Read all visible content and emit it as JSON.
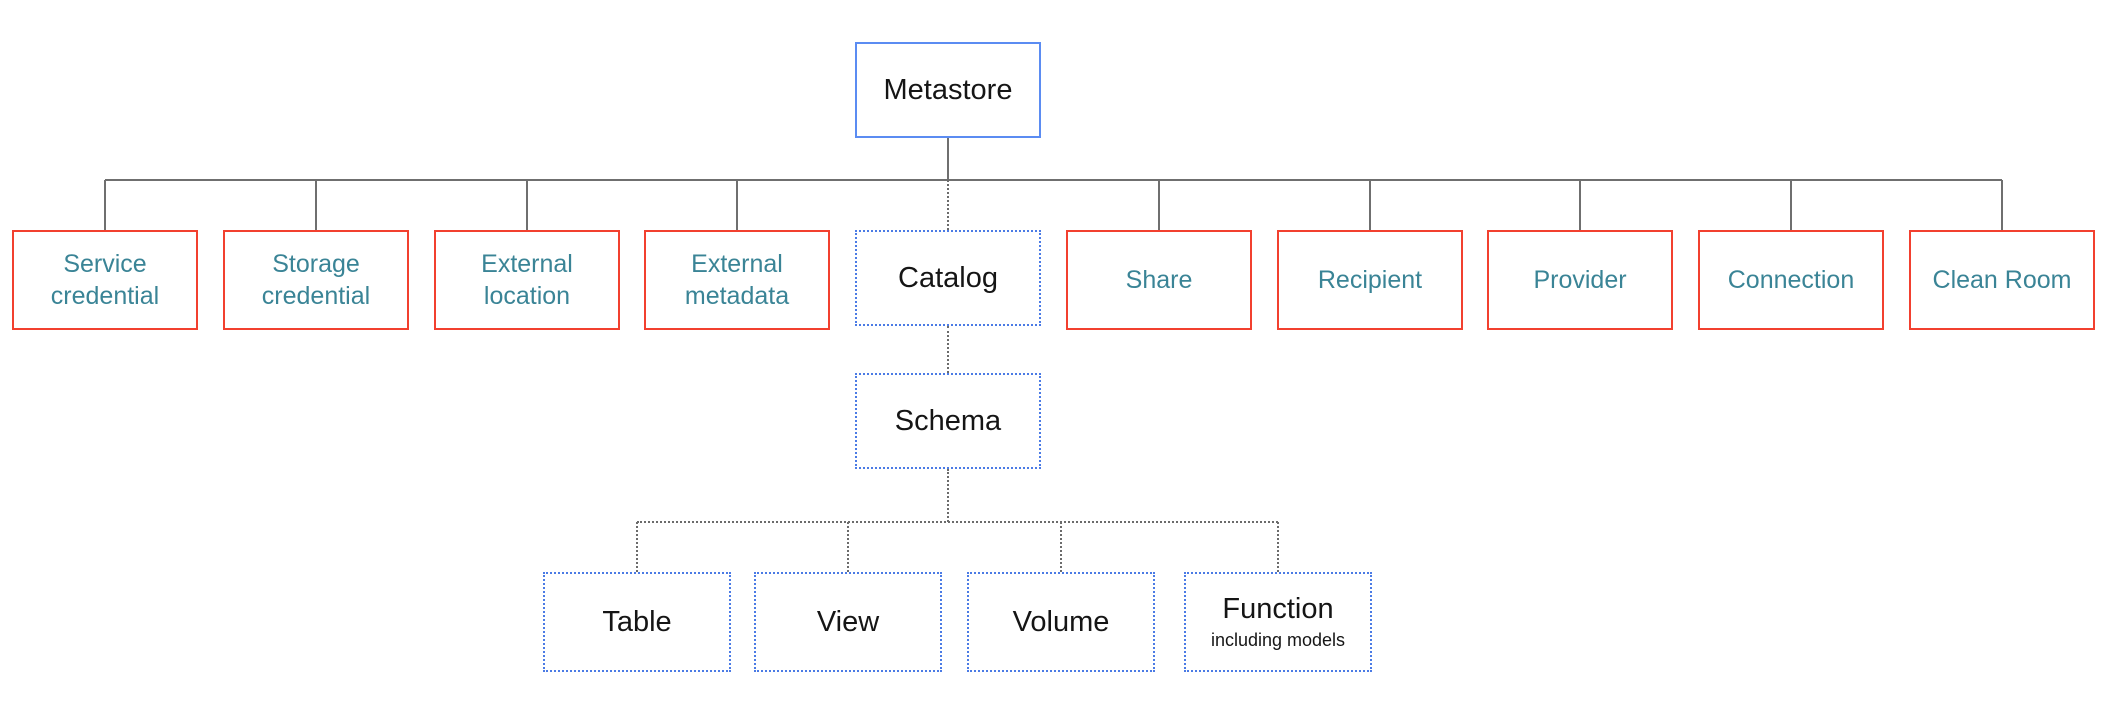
{
  "nodes": {
    "metastore": {
      "label": "Metastore"
    },
    "level1": [
      {
        "label": "Service credential"
      },
      {
        "label": "Storage credential"
      },
      {
        "label": "External location"
      },
      {
        "label": "External metadata"
      },
      {
        "label": "Catalog"
      },
      {
        "label": "Share"
      },
      {
        "label": "Recipient"
      },
      {
        "label": "Provider"
      },
      {
        "label": "Connection"
      },
      {
        "label": "Clean Room"
      }
    ],
    "schema": {
      "label": "Schema"
    },
    "level3": [
      {
        "label": "Table"
      },
      {
        "label": "View"
      },
      {
        "label": "Volume"
      },
      {
        "label": "Function",
        "sublabel": "including models"
      }
    ]
  },
  "colors": {
    "red_border": "#f2402f",
    "teal_text": "#3a8496",
    "blue_border": "#5b8cf2",
    "dotted_blue_border": "#4b7be5",
    "solid_line": "#6f6f6f",
    "dotted_line": "#6b6b6b",
    "text": "#151515",
    "background": "#ffffff"
  }
}
